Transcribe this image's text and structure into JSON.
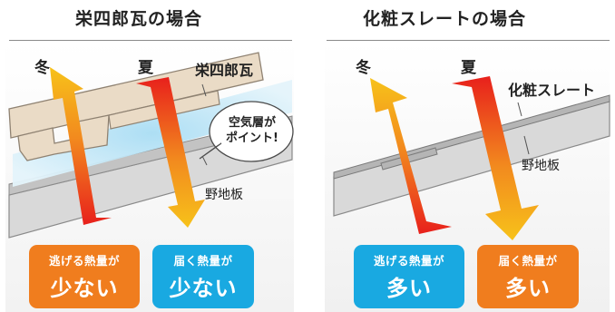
{
  "left": {
    "title": "栄四郎瓦の場合",
    "winter": "冬",
    "summer": "夏",
    "roof_label": "栄四郎瓦",
    "bubble": [
      "空気層が",
      "ポイント!"
    ],
    "board_label": "野地板",
    "badge_escape": {
      "small": "逃げる熱量が",
      "big": "少ない"
    },
    "badge_arrive": {
      "small": "届く熱量が",
      "big": "少ない"
    }
  },
  "right": {
    "title": "化粧スレートの場合",
    "winter": "冬",
    "summer": "夏",
    "roof_label": "化粧スレート",
    "board_label": "野地板",
    "badge_escape": {
      "small": "逃げる熱量が",
      "big": "多い"
    },
    "badge_arrive": {
      "small": "届く熱量が",
      "big": "多い"
    }
  },
  "colors": {
    "orange": "#f07d1e",
    "cyan": "#19a9e1",
    "air": "#bfe6f6",
    "tile": "#eadbc6",
    "board": "#d9d9d9"
  }
}
